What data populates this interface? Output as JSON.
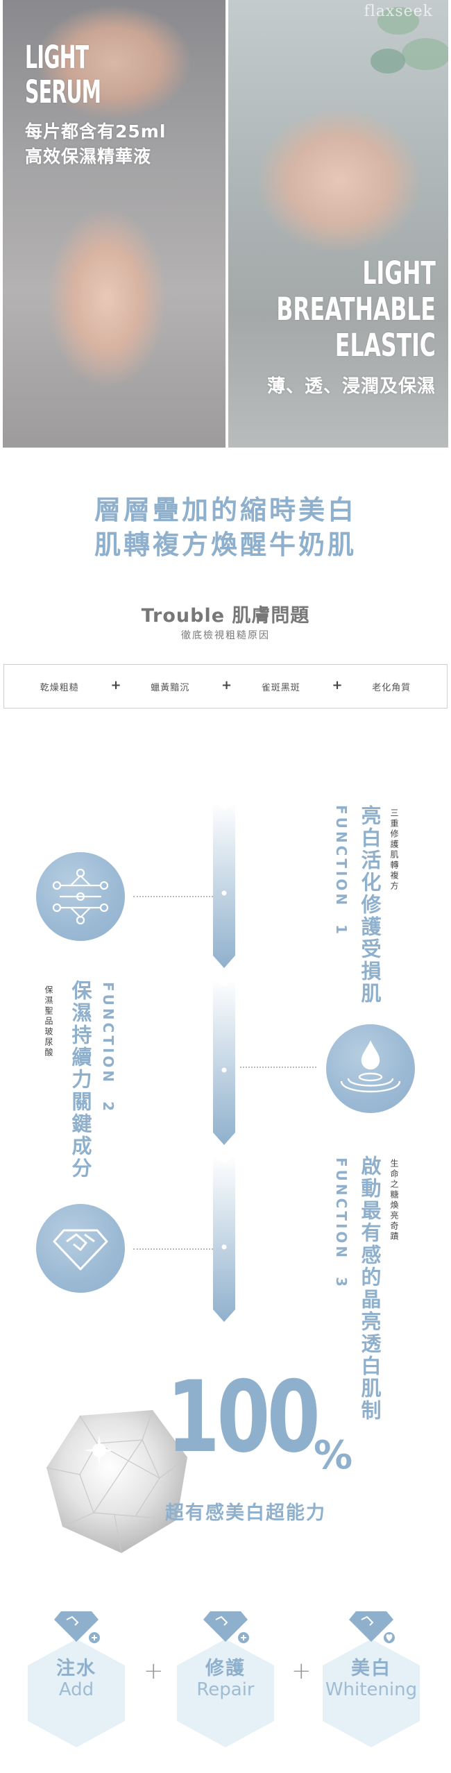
{
  "hero": {
    "brand_mark": "flaxseek",
    "left_title": "LIGHT\nSERUM",
    "left_sub": "每片都含有25ml\n高效保濕精華液",
    "right_title": "LIGHT\nBREATHABLE\nELASTIC",
    "right_sub": "薄、透、浸潤及保濕"
  },
  "headline": "層層疊加的縮時美白\n肌轉複方煥醒牛奶肌",
  "trouble": {
    "title": "Trouble 肌膚問題",
    "sub": "徹底檢視粗糙原因",
    "items": [
      "乾燥粗糙",
      "蠟黃黯沉",
      "雀斑黑斑",
      "老化角質"
    ],
    "plus": "+"
  },
  "functions": [
    {
      "label": "FUNCTION　1",
      "title": "亮白活化修護受損肌",
      "small": "三重修護肌轉複方",
      "icon": "molecule-icon"
    },
    {
      "label": "FUNCTION　2",
      "title": "保濕持續力關鍵成分",
      "small": "保濕聖品玻尿酸",
      "icon": "water-drop-icon"
    },
    {
      "label": "FUNCTION　3",
      "title": "啟動最有感的晶亮透白肌制",
      "small": "生命之糖煥亮奇蹟",
      "icon": "diamond-icon"
    }
  ],
  "hundred": {
    "value": "100",
    "percent": "%",
    "sub": "超有感美白超能力"
  },
  "steps": [
    {
      "title": "注水",
      "en": "Add",
      "badge": "plus-icon"
    },
    {
      "title": "修護",
      "en": "Repair",
      "badge": "plus-icon"
    },
    {
      "title": "美白",
      "en": "Whitening",
      "badge": "heart-icon"
    }
  ],
  "step_plus": "+",
  "colors": {
    "accent": "#8fb0cc",
    "hex_fill": "#e6f0f7"
  }
}
